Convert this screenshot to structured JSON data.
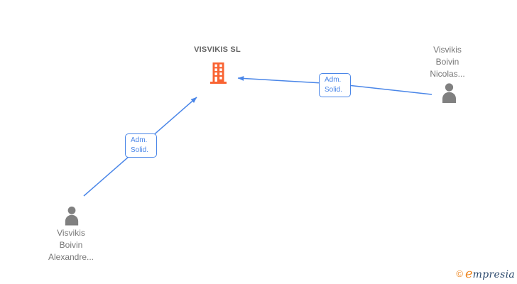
{
  "diagram": {
    "company": {
      "name": "VISVIKIS SL"
    },
    "persons": {
      "nicolas": {
        "name": "Visvikis\nBoivin\nNicolas..."
      },
      "alexandre": {
        "name": "Visvikis\nBoivin\nAlexandre..."
      }
    },
    "edges": {
      "from_alexandre": {
        "label": "Adm.\nSolid."
      },
      "from_nicolas": {
        "label": "Adm.\nSolid."
      }
    }
  },
  "logo": {
    "copyright": "©",
    "brand_initial": "e",
    "brand_rest": "mpresia"
  },
  "colors": {
    "edge_blue": "#4A86E8",
    "building_orange": "#F96332",
    "person_gray": "#808080",
    "person_name_gray": "#777777",
    "company_title_gray": "#666666",
    "logo_orange": "#EE8722",
    "logo_navy": "#2D4A6E"
  }
}
